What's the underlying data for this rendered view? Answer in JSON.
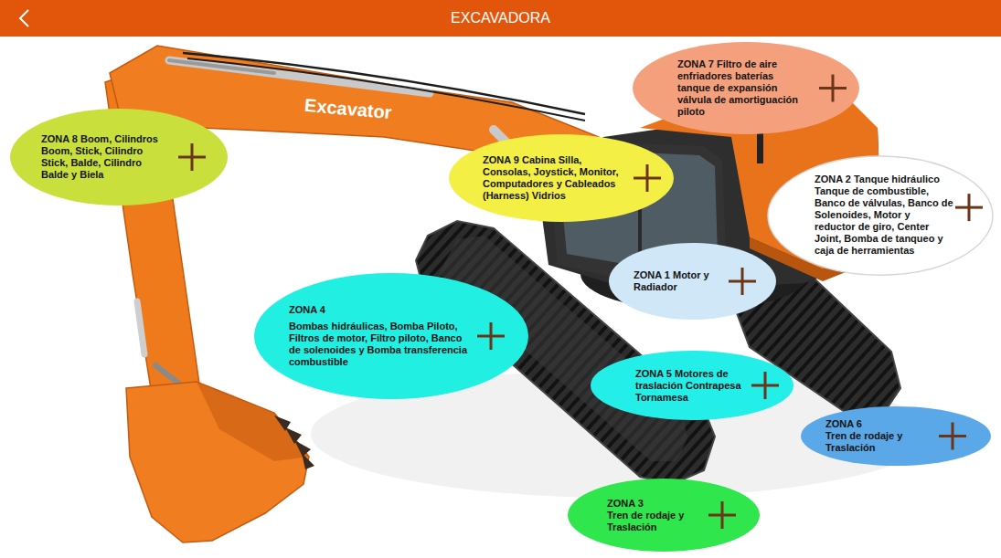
{
  "diagram": {
    "title": "EXCAVADORA",
    "nodes": [
      {
        "text": [
          "ZONA 7 Filtro de aire enfriadores baterías tanque de expansión válvula de amortiguación piloto"
        ]
      },
      {
        "text": [
          "ZONA 8 Boom, Cilindros Boom, Stick, Cilindro Stick, Balde, Cilindro Balde y Biela"
        ]
      },
      {
        "text": [
          "ZONA 9 Cabina Silla, Consolas, Joystick, Monitor, Computadores y Cableados (Harness) Vidrios"
        ]
      },
      {
        "text": [
          "ZONA 2 Tanque hidráulico Tanque de combustible, Banco de válvulas, Banco de Solenoides, Motor y reductor de giro, Center Joint, Bomba de tanqueo y caja de herramientas"
        ]
      },
      {
        "text": [
          "ZONA 1 Motor y Radiador"
        ]
      },
      {
        "text": [
          "ZONA 4",
          "Bombas hidráulicas, Bomba Piloto, Filtros de motor, Filtro piloto, Banco de solenoides y Bomba transferencia combustible"
        ]
      },
      {
        "text": [
          "ZONA 5 Motores de traslación Contrapesa Tornamesa"
        ]
      },
      {
        "text": [
          "ZONA 6",
          "Tren de rodaje y Traslación"
        ]
      },
      {
        "text": [
          "ZONA 3",
          "Tren de rodaje y Traslación"
        ]
      }
    ],
    "labels": [
      "Excavator"
    ]
  }
}
